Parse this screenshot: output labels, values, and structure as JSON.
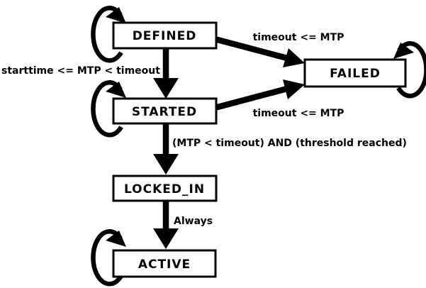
{
  "diagram": {
    "type": "state-machine",
    "colors": {
      "background": "#ffffff",
      "line": "#000000",
      "box_fill": "#ffffff",
      "text": "#000000"
    },
    "nodes": {
      "defined": {
        "label": "DEFINED"
      },
      "started": {
        "label": "STARTED"
      },
      "failed": {
        "label": "FAILED"
      },
      "locked_in": {
        "label": "LOCKED_IN"
      },
      "active": {
        "label": "ACTIVE"
      }
    },
    "edges": {
      "defined_to_started": {
        "from": "DEFINED",
        "to": "STARTED",
        "label": "starttime <= MTP < timeout"
      },
      "defined_to_failed": {
        "from": "DEFINED",
        "to": "FAILED",
        "label": "timeout <= MTP"
      },
      "started_to_failed": {
        "from": "STARTED",
        "to": "FAILED",
        "label": "timeout <= MTP"
      },
      "started_to_locked_in": {
        "from": "STARTED",
        "to": "LOCKED_IN",
        "label": "(MTP < timeout) AND (threshold reached)"
      },
      "locked_in_to_active": {
        "from": "LOCKED_IN",
        "to": "ACTIVE",
        "label": "Always"
      },
      "self_loops": [
        "DEFINED",
        "STARTED",
        "FAILED",
        "ACTIVE"
      ]
    }
  }
}
